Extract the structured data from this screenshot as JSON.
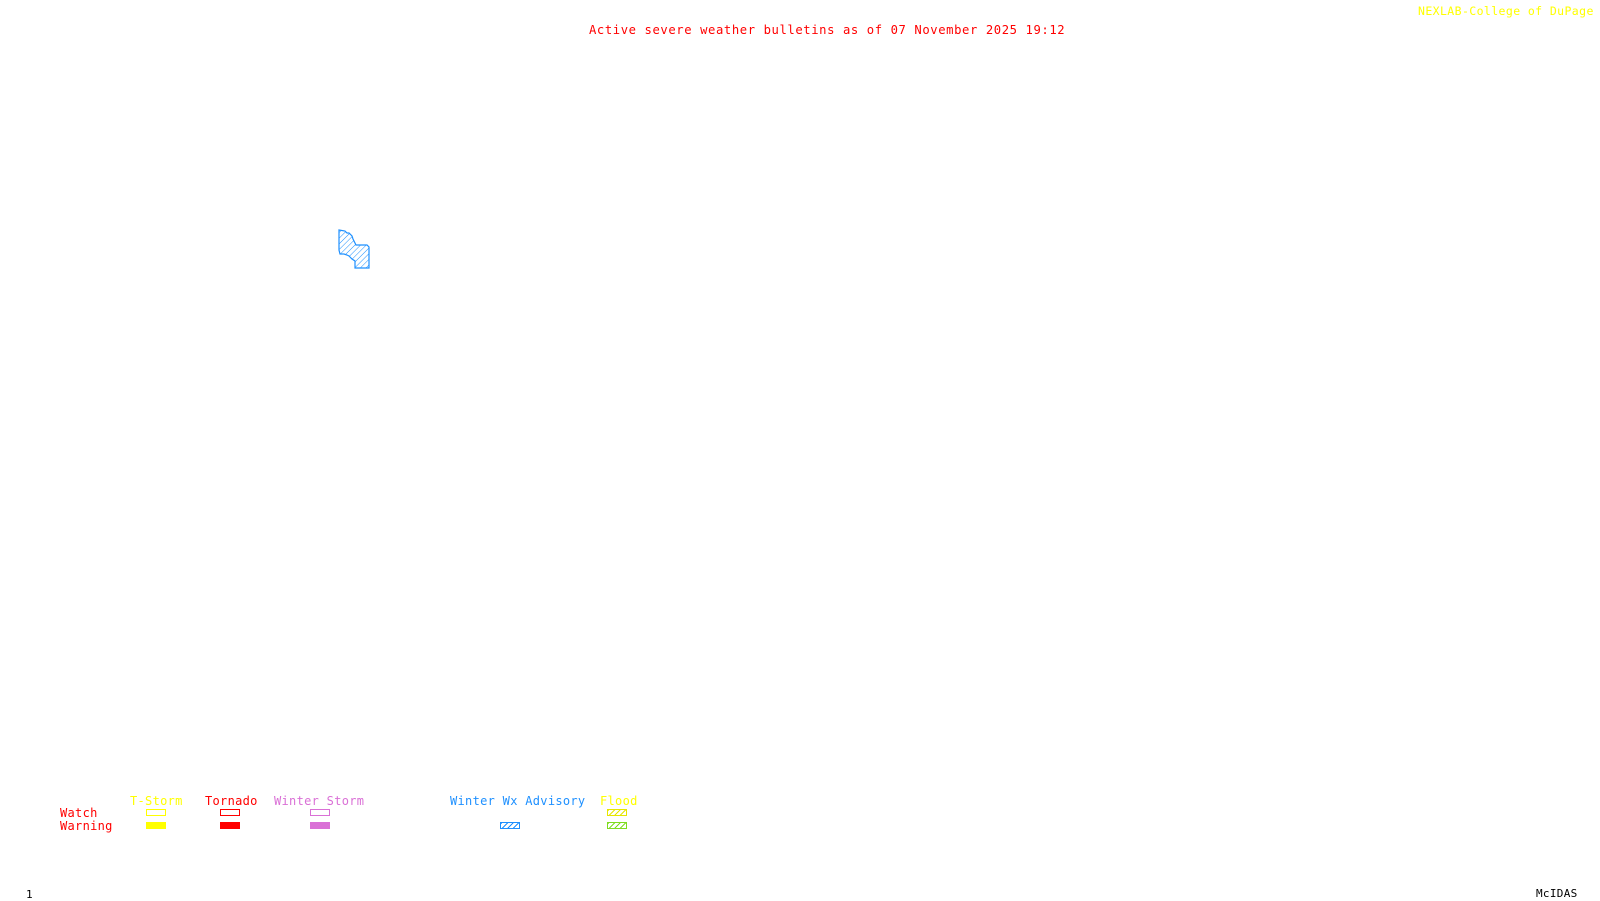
{
  "header": {
    "title": "Active severe weather bulletins as of 07 November 2025 19:12",
    "credit": "NEXLAB-College of DuPage",
    "credit_icon": "arrow-icon"
  },
  "colors": {
    "title": "#ff0000",
    "credit": "#ffff00",
    "tstorm": "#ffff00",
    "tornado": "#ff0000",
    "winter_storm": "#da70d6",
    "winter_wx_advisory": "#1e90ff",
    "flood_watch": "#ffff00",
    "flood_warning": "#7fdc20",
    "row_labels": "#ff0000",
    "footer": "#000000"
  },
  "map": {
    "active_bulletins": [
      {
        "type": "Winter Wx Advisory",
        "style": "hatched"
      }
    ]
  },
  "legend": {
    "row_labels": {
      "watch": "Watch",
      "warning": "Warning"
    },
    "categories": [
      {
        "key": "tstorm",
        "label": "T-Storm",
        "watch": "outline",
        "warning": "filled"
      },
      {
        "key": "tornado",
        "label": "Tornado",
        "watch": "outline",
        "warning": "filled"
      },
      {
        "key": "winter_storm",
        "label": "Winter Storm",
        "watch": "outline",
        "warning": "filled"
      },
      {
        "key": "winter_wx_advisory",
        "label": "Winter Wx Advisory",
        "watch": null,
        "warning": "hatched"
      },
      {
        "key": "flood",
        "label": "Flood",
        "watch": "hatched",
        "warning": "hatched"
      }
    ]
  },
  "footer": {
    "frame_number": "1",
    "software": "McIDAS"
  }
}
